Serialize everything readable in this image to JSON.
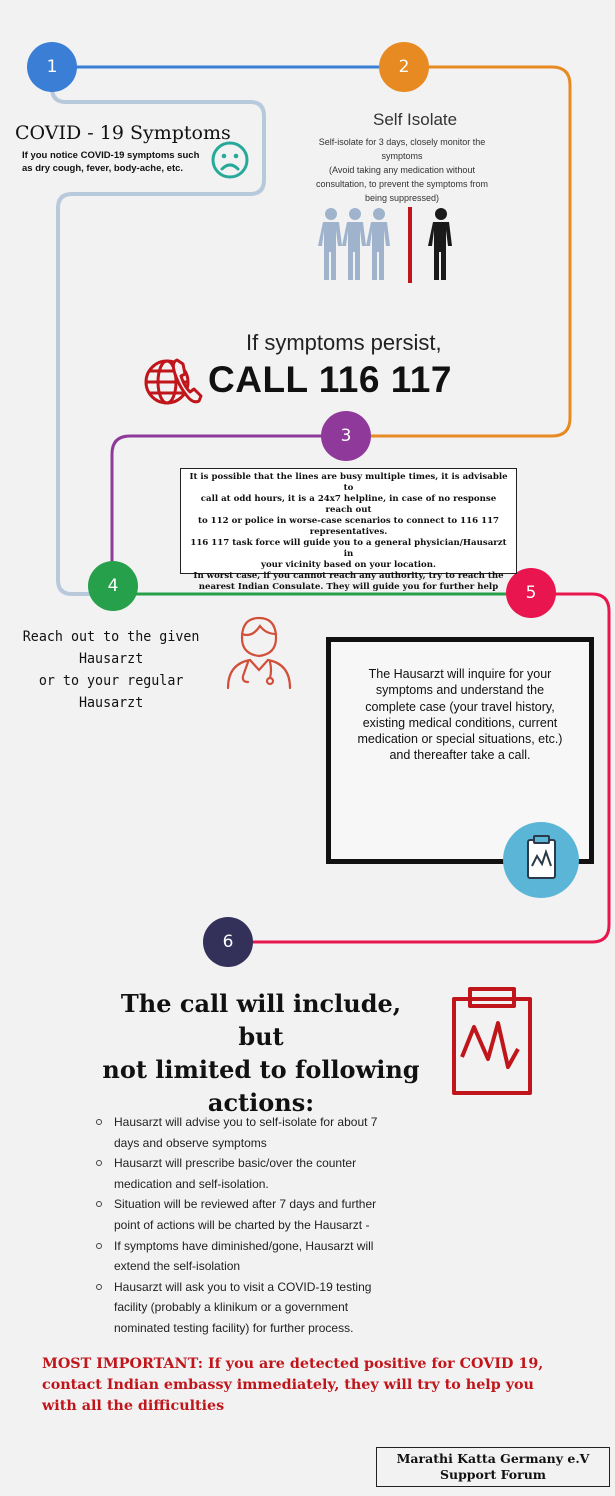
{
  "colors": {
    "step1": "#3a7fd5",
    "step2": "#e88a22",
    "step3": "#8f3a9a",
    "step4": "#26a04a",
    "step5": "#e8154e",
    "step6": "#33305a",
    "accent_red": "#c0161b",
    "path_light_blue": "#b8c9dc"
  },
  "steps": {
    "s1": "1",
    "s2": "2",
    "s3": "3",
    "s4": "4",
    "s5": "5",
    "s6": "6"
  },
  "symptoms": {
    "title": "COVID - 19 Symptoms",
    "text_line1": "If you notice COVID-19 symptoms such",
    "text_line2": "as dry cough, fever, body-ache, etc.",
    "icon": "sad-face-icon"
  },
  "isolate": {
    "title": "Self Isolate",
    "line1": "Self-isolate for 3 days, closely monitor the",
    "line2": "symptoms",
    "line3": "(Avoid taking any medication without",
    "line4": "consultation, to prevent the symptoms from",
    "line5": "being suppressed)",
    "icon": "people-isolation-icon"
  },
  "call": {
    "persist": "If symptoms persist,",
    "number": "CALL 116 117",
    "icon": "phone-icon"
  },
  "step3_box": {
    "line1": "It is possible that the lines are busy multiple times, it is advisable to",
    "line2": "call at odd hours, it is a 24x7 helpline, in case of no response reach out",
    "line3": "to 112 or police in worse-case scenarios to connect to 116 117",
    "line4": "representatives.",
    "line5": "116 117 task force will guide you to a general physician/Hausarzt in",
    "line6": "your vicinity based on your location.",
    "line7": "In worst case, if you cannot reach any authority, try to reach the",
    "line8": "nearest Indian Consulate. They will guide you for further help"
  },
  "step4": {
    "line1": "Reach out to the given Hausarzt",
    "line2": "or to your regular Hausarzt",
    "icon": "doctor-icon"
  },
  "step5_box": {
    "text": "The Hausarzt will inquire for your symptoms and understand the complete case (your travel history, existing medical conditions, current medication or special situations, etc.) and thereafter take a call.",
    "icon": "clipboard-chart-icon"
  },
  "step6": {
    "heading_line1": "The call will include, but",
    "heading_line2": "not limited to following",
    "heading_line3": "actions:",
    "icon": "clipboard-heartbeat-icon",
    "actions": [
      {
        "l1": "Hausarzt will advise you to self-isolate for about 7",
        "l2": "days and observe symptoms"
      },
      {
        "l1": "Hausarzt will prescribe basic/over the counter",
        "l2": "medication and self-isolation."
      },
      {
        "l1": "Situation will be reviewed after 7 days and further",
        "l2": "point of actions will be charted by the Hausarzt -"
      },
      {
        "l1": "If symptoms have diminished/gone, Hausarzt will",
        "l2": "extend the self-isolation"
      },
      {
        "l1": "Hausarzt will ask you to visit a COVID-19 testing",
        "l2": "facility (probably a klinikum or a government",
        "l3": "nominated testing facility) for further process."
      }
    ]
  },
  "important": {
    "line1": "MOST IMPORTANT: If you are detected positive for COVID 19,",
    "line2": "contact Indian embassy immediately, they will try to help you",
    "line3": "with all the difficulties"
  },
  "footer": {
    "line1": "Marathi Katta Germany e.V",
    "line2": "Support Forum"
  }
}
